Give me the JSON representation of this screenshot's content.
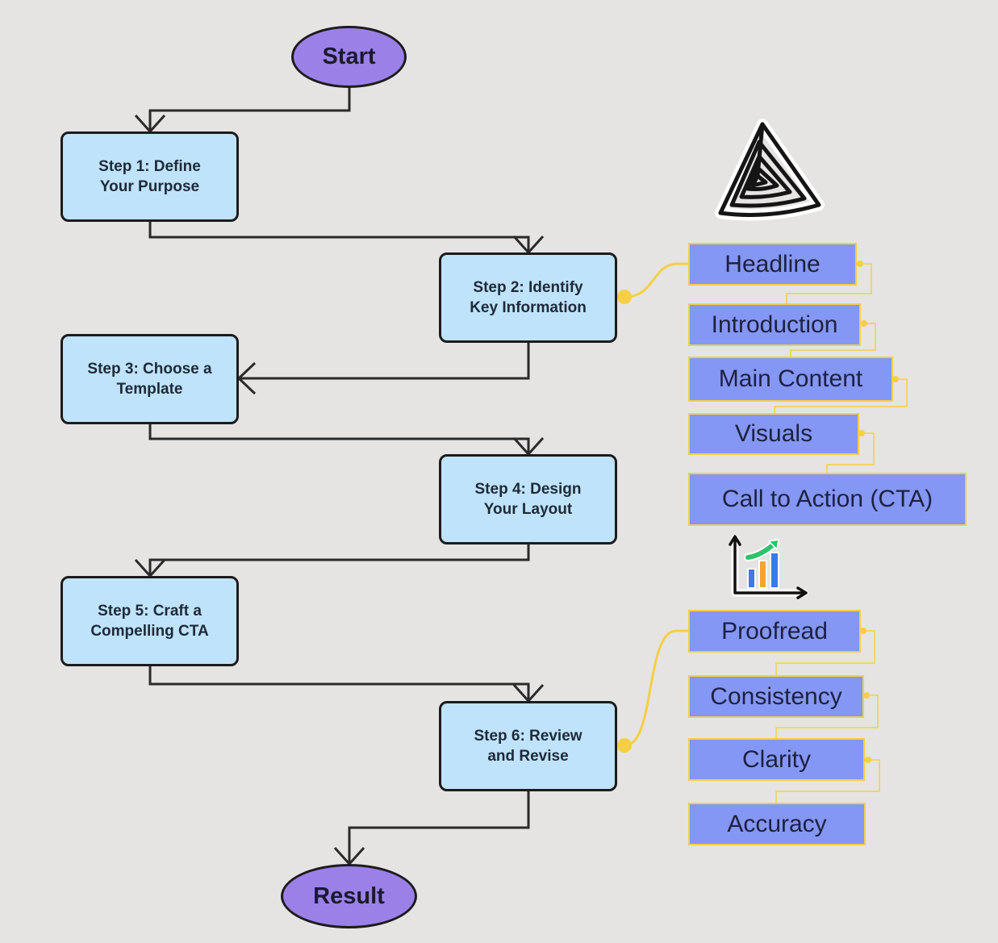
{
  "flow": {
    "start": "Start",
    "steps": [
      "Step 1: Define\nYour Purpose",
      "Step 2: Identify\nKey Information",
      "Step 3: Choose a\nTemplate",
      "Step 4: Design\nYour Layout",
      "Step 5: Craft a\nCompelling CTA",
      "Step 6: Review\nand Revise"
    ],
    "result": "Result"
  },
  "key_information": {
    "items": [
      "Headline",
      "Introduction",
      "Main Content",
      "Visuals",
      "Call to Action (CTA)"
    ]
  },
  "review_items": {
    "items": [
      "Proofread",
      "Consistency",
      "Clarity",
      "Accuracy"
    ]
  },
  "stickers": {
    "top": "spiral-triangle-icon",
    "bottom": "growth-chart-icon"
  },
  "colors": {
    "background": "#e5e4e2",
    "terminal_fill": "#9b80e8",
    "step_fill": "#bfe3fb",
    "tag_fill": "#8597f4",
    "tag_border": "#f5cf45",
    "branch_line": "#f5cf45",
    "outline": "#1c1c1c"
  }
}
